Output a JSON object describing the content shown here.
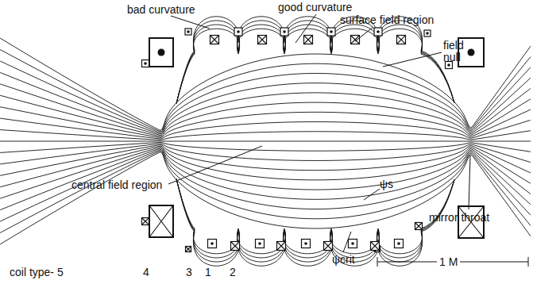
{
  "diagram": {
    "labels": [
      "bad curvature",
      "good curvature",
      "surface field region",
      "field null",
      "central field region",
      "coil type- 5",
      "4",
      "3",
      "1",
      "2",
      "ψs",
      "ψcrit",
      "mirror throat",
      "1 M"
    ]
  }
}
